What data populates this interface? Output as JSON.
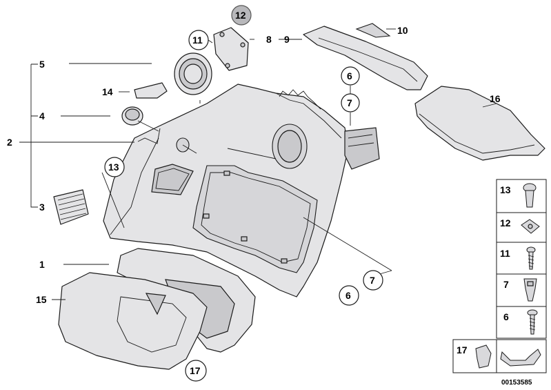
{
  "callouts": {
    "c1": "1",
    "c2": "2",
    "c3": "3",
    "c4": "4",
    "c5": "5",
    "c6a": "6",
    "c6b": "6",
    "c7a": "7",
    "c7b": "7",
    "c8": "8",
    "c9": "9",
    "c10": "10",
    "c11": "11",
    "c12": "12",
    "c13": "13",
    "c14": "14",
    "c15": "15",
    "c16": "16",
    "c17": "17"
  },
  "legend": {
    "items": [
      "13",
      "12",
      "11",
      "7",
      "6"
    ],
    "item17": "17"
  },
  "diagram_code": "00153585"
}
